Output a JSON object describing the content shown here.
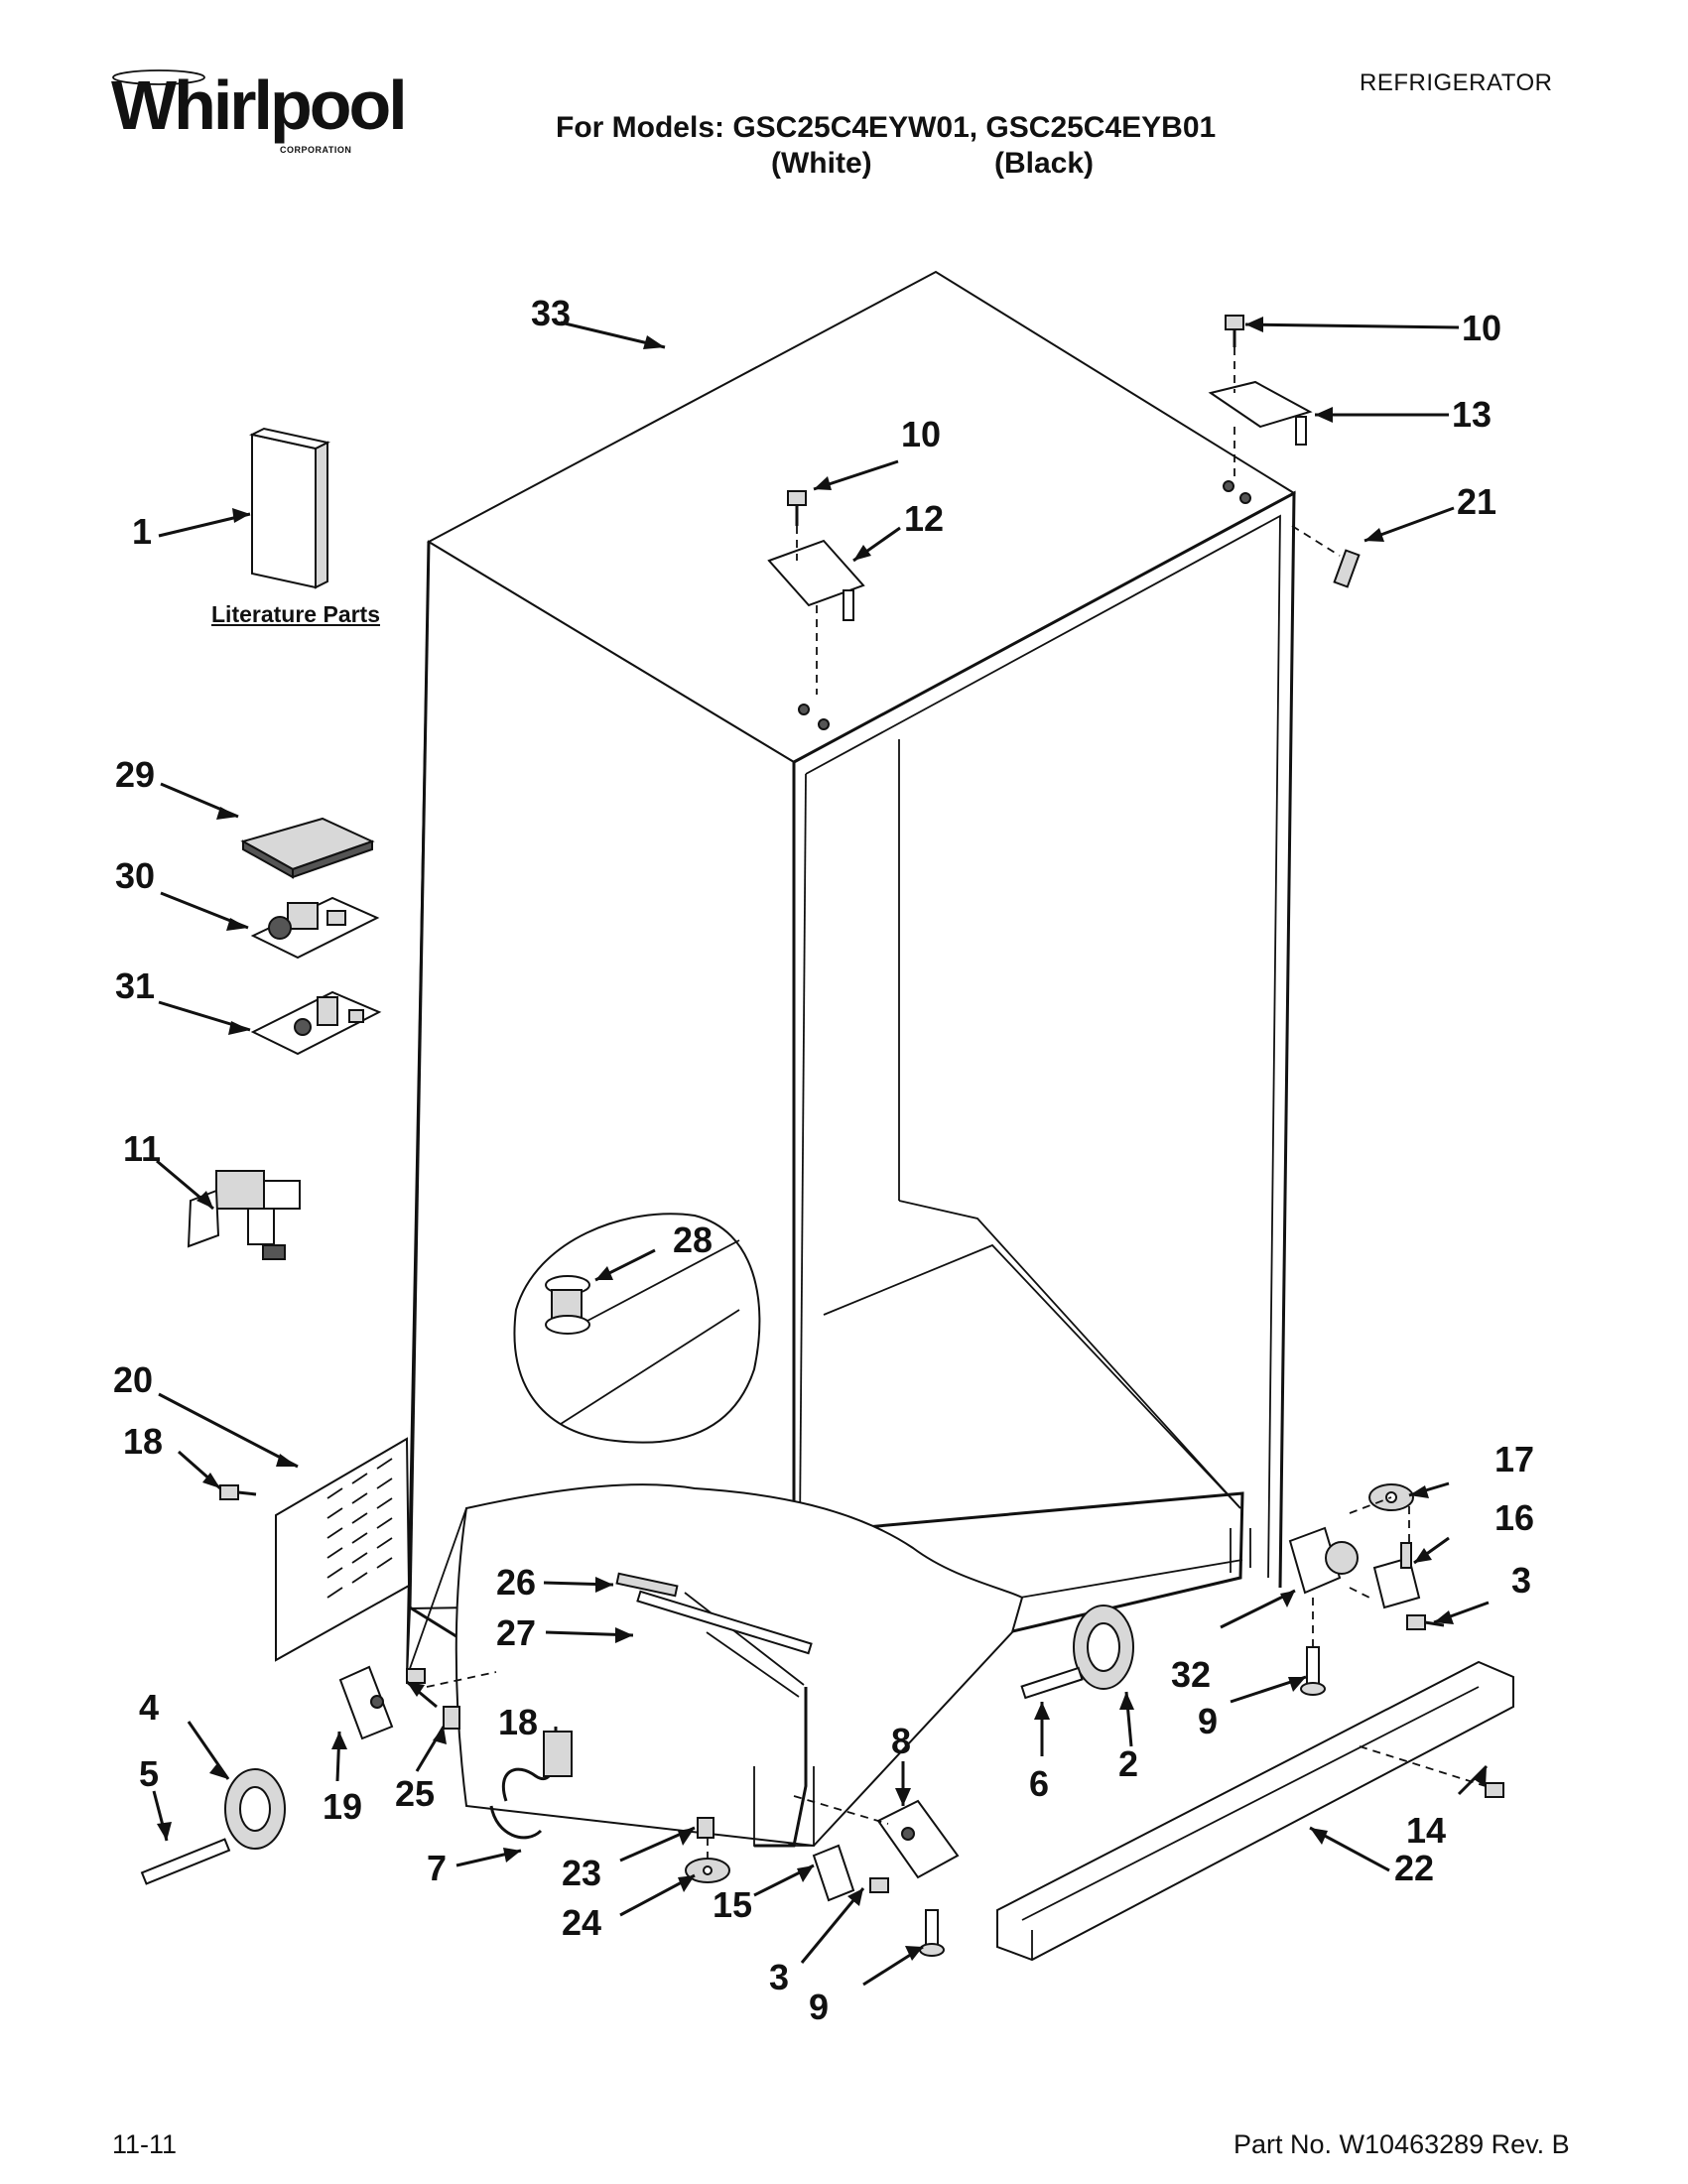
{
  "header": {
    "brand": "Whirlpool",
    "brand_sub": "CORPORATION",
    "category": "REFRIGERATOR",
    "models_line": "For Models: GSC25C4EYW01, GSC25C4EYB01",
    "white_label": "(White)",
    "black_label": "(Black)"
  },
  "diagram": {
    "literature_label": "Literature Parts",
    "callouts": [
      "33",
      "10",
      "13",
      "10",
      "12",
      "21",
      "1",
      "29",
      "30",
      "31",
      "11",
      "28",
      "20",
      "18",
      "17",
      "16",
      "3",
      "26",
      "27",
      "32",
      "8",
      "9",
      "2",
      "4",
      "5",
      "19",
      "18",
      "25",
      "6",
      "7",
      "23",
      "24",
      "15",
      "3",
      "9",
      "14",
      "22"
    ]
  },
  "footer": {
    "date": "11-11",
    "part_no": "Part No. W10463289 Rev. B"
  }
}
